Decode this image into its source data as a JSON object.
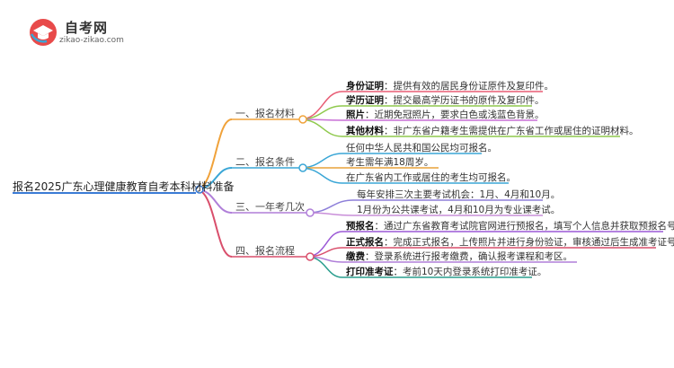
{
  "logo": {
    "title": "自考网",
    "url": "zikao-zikao.com",
    "icon": "graduation-cap-icon"
  },
  "root": {
    "label": "报名2025广东心理健康教育自考本科材料准备"
  },
  "branches": [
    {
      "label": "一、报名材料",
      "color": "#f0a23a",
      "leaves": [
        {
          "key": "身份证明",
          "text": "：提供有效的居民身份证原件及复印件。",
          "color": "#e85d75"
        },
        {
          "key": "学历证明",
          "text": "：提交最高学历证书的原件及复印件。",
          "color": "#8fc94d"
        },
        {
          "key": "照片",
          "text": "：近期免冠照片，要求白色或浅蓝色背景。",
          "color": "#c86fd6"
        },
        {
          "key": "其他材料",
          "text": "：非广东省户籍考生需提供在广东省工作或居住的证明材料。",
          "color": "#8fc94d"
        }
      ]
    },
    {
      "label": "二、报名条件",
      "color": "#3aa6d6",
      "leaves": [
        {
          "key": "",
          "text": "任何中华人民共和国公民均可报名。",
          "color": "#3aa6d6"
        },
        {
          "key": "",
          "text": "考生需年满18周岁。",
          "color": "#e8a23a"
        },
        {
          "key": "",
          "text": "在广东省内工作或居住的考生均可报名。",
          "color": "#3aa6d6"
        }
      ]
    },
    {
      "label": "三、一年考几次",
      "color": "#b07fd9",
      "leaves": [
        {
          "key": "",
          "text": "每年安排三次主要考试机会：1月、4月和10月。",
          "color": "#8d7fd9"
        },
        {
          "key": "",
          "text": "1月份为公共课考试，4月和10月为专业课考试。",
          "color": "#c98fd9"
        }
      ]
    },
    {
      "label": "四、报名流程",
      "color": "#d94f6c",
      "leaves": [
        {
          "key": "预报名",
          "text": "：通过广东省教育考试院官网进行预报名，填写个人信息并获取预报名号。",
          "color": "#9b59d6"
        },
        {
          "key": "正式报名",
          "text": "：完成正式报名，上传照片并进行身份验证，审核通过后生成准考证号。",
          "color": "#d94f6c"
        },
        {
          "key": "缴费",
          "text": "：登录系统进行报考缴费，确认报考课程和考区。",
          "color": "#b07fd9"
        },
        {
          "key": "打印准考证",
          "text": "：考前10天内登录系统打印准考证。",
          "color": "#2a9e8e"
        }
      ]
    }
  ]
}
